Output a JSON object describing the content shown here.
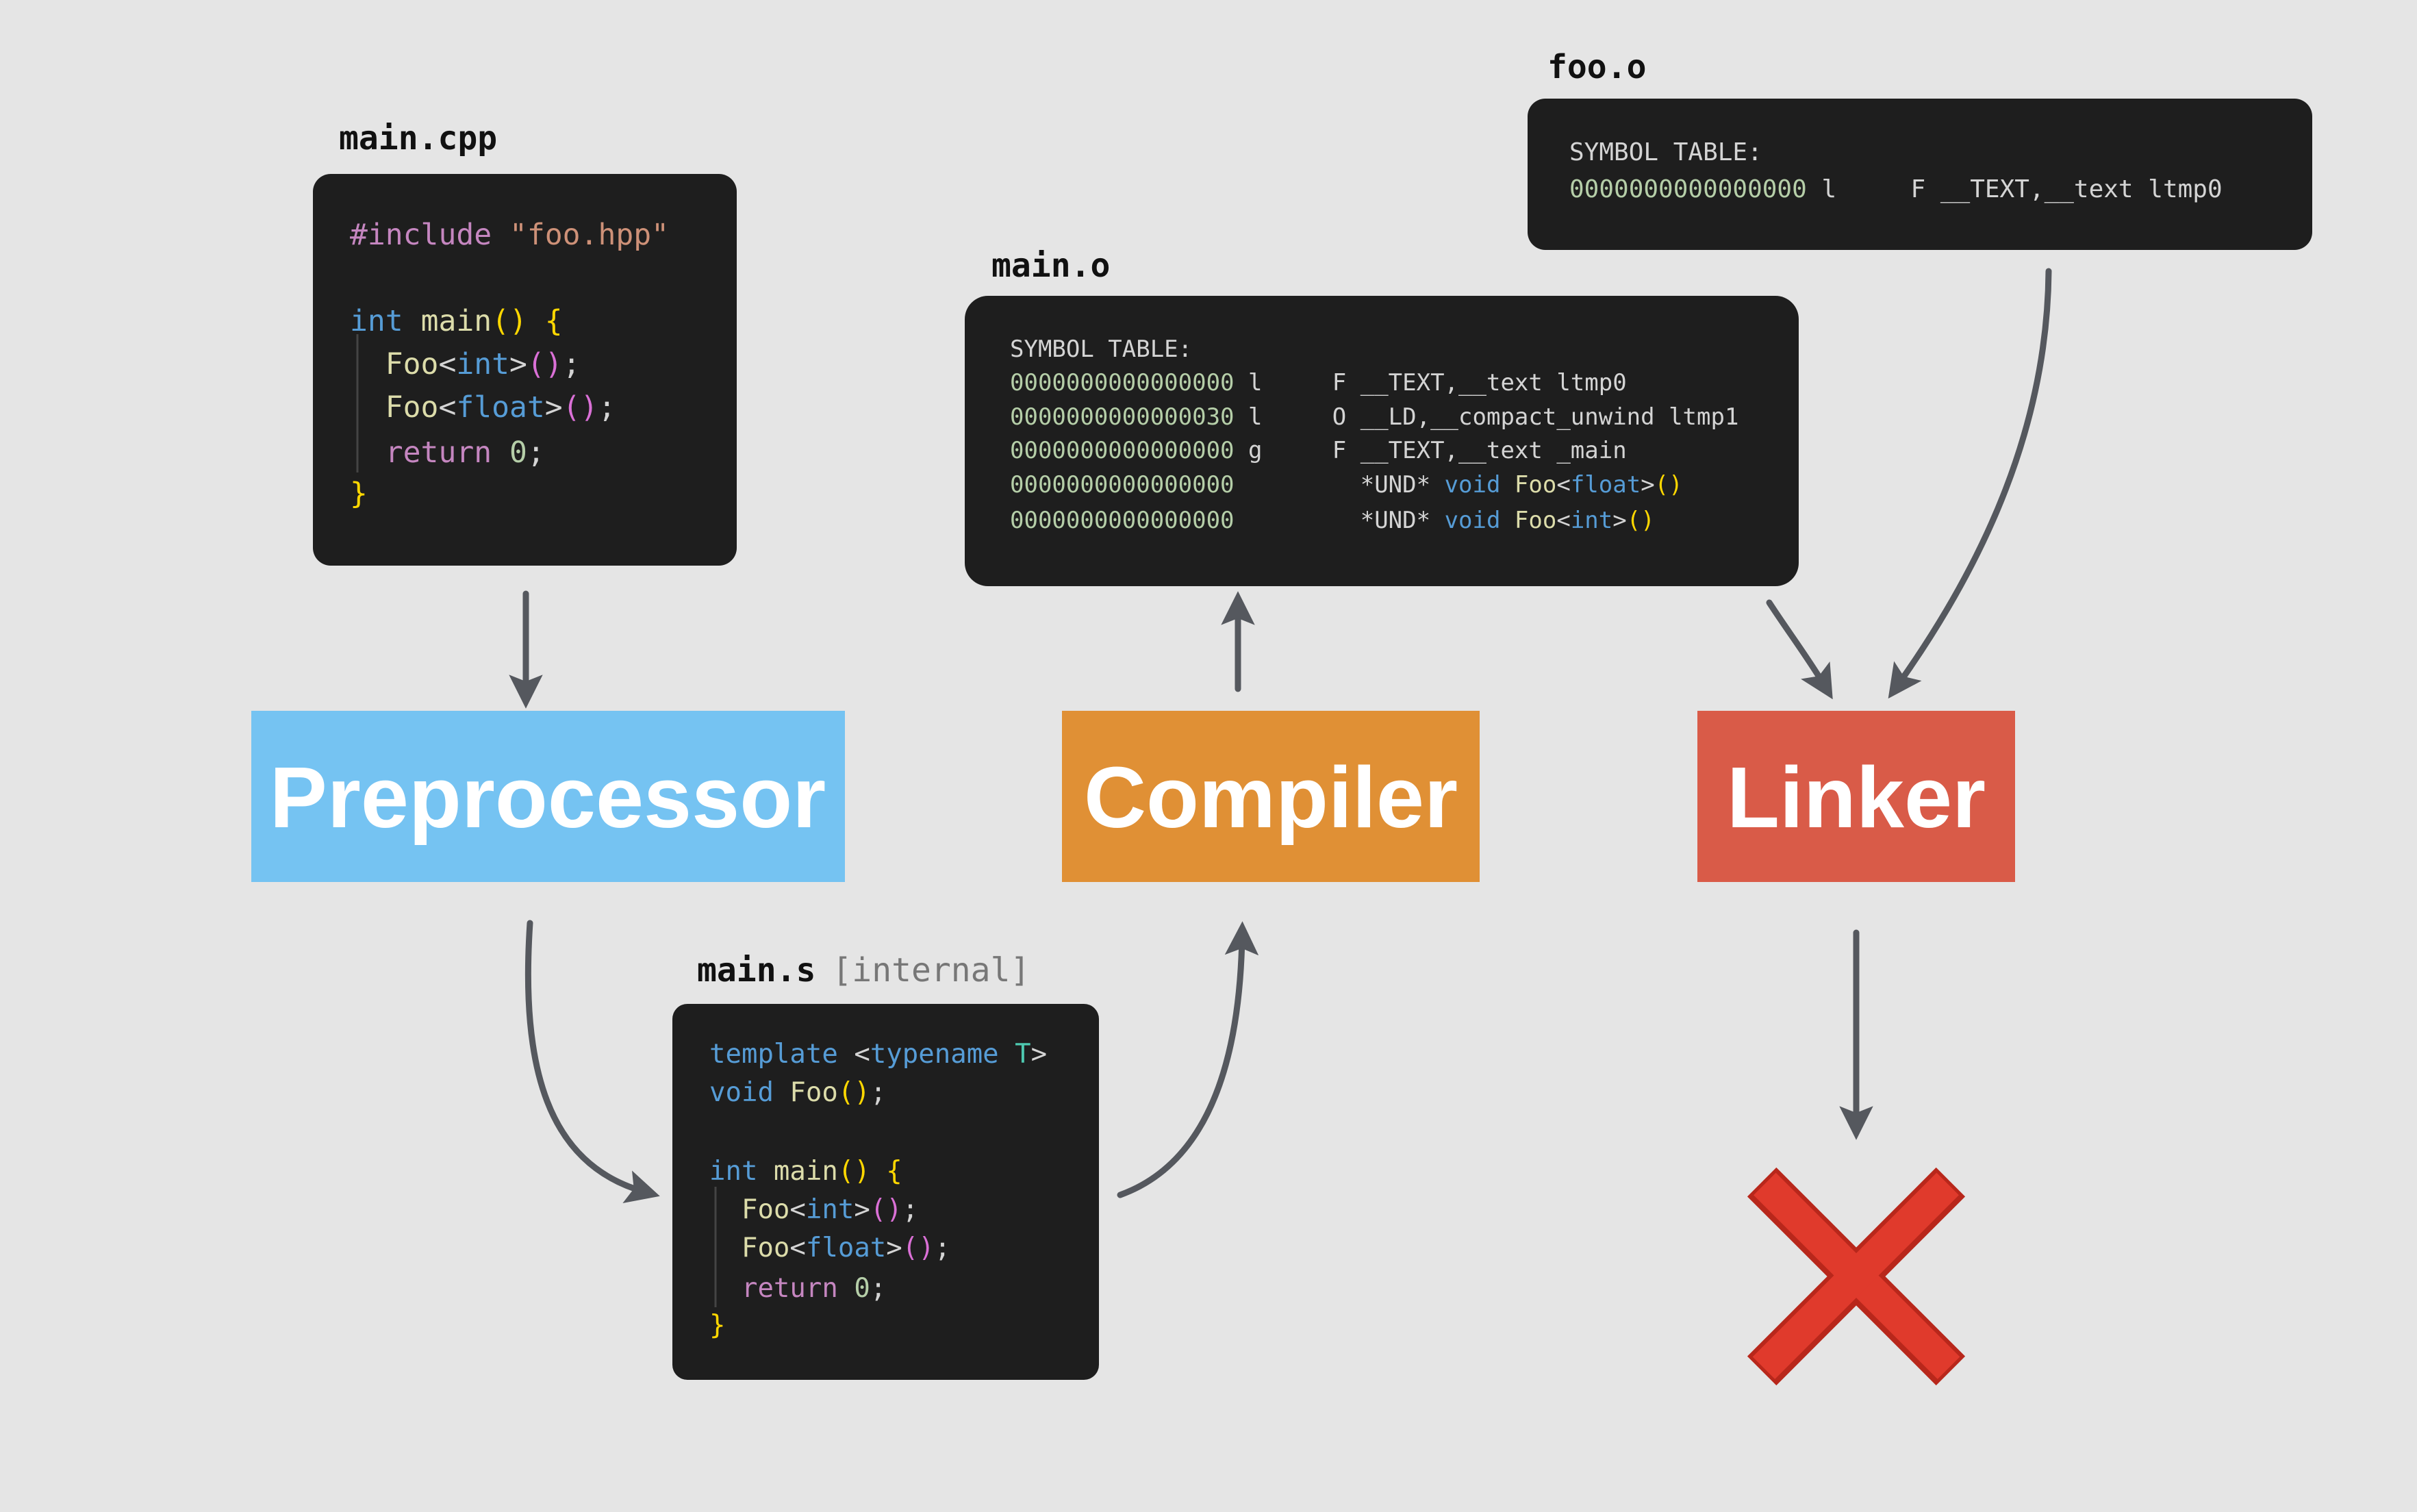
{
  "colors": {
    "background": "#e5e5e5",
    "code_bg": "#1e1e1e",
    "preprocessor": "#75c3f2",
    "compiler": "#e09035",
    "linker": "#d95b48",
    "arrow": "#55585e",
    "error": "#d93425",
    "tokens": {
      "keyword": "#c586c0",
      "string": "#ce9178",
      "type": "#569cd6",
      "func": "#dcdcaa",
      "brace": "#ffd700",
      "paren": "#da70d6",
      "number": "#b5cea8",
      "plain": "#d4d4d4",
      "addr": "#b5cea8",
      "param": "#4ec9b0"
    }
  },
  "stages": {
    "preprocessor": "Preprocessor",
    "compiler": "Compiler",
    "linker": "Linker"
  },
  "files": {
    "main_cpp": {
      "label": "main.cpp",
      "lines": [
        [
          [
            "#include ",
            "keyword"
          ],
          [
            "\"foo.hpp\"",
            "string"
          ]
        ],
        [],
        [
          [
            "int ",
            "type"
          ],
          [
            "main",
            "func"
          ],
          [
            "() {",
            "brace"
          ]
        ],
        [
          [
            "  Foo",
            "func"
          ],
          [
            "<",
            "plain"
          ],
          [
            "int",
            "type"
          ],
          [
            ">",
            "plain"
          ],
          [
            "()",
            "paren"
          ],
          [
            ";",
            "plain"
          ]
        ],
        [
          [
            "  Foo",
            "func"
          ],
          [
            "<",
            "plain"
          ],
          [
            "float",
            "type"
          ],
          [
            ">",
            "plain"
          ],
          [
            "()",
            "paren"
          ],
          [
            ";",
            "plain"
          ]
        ],
        [
          [
            "  return ",
            "keyword"
          ],
          [
            "0",
            "number"
          ],
          [
            ";",
            "plain"
          ]
        ],
        [
          [
            "}",
            "brace"
          ]
        ]
      ]
    },
    "main_s": {
      "label": "main.s",
      "note": "[internal]",
      "lines": [
        [
          [
            "template ",
            "type"
          ],
          [
            "<",
            "plain"
          ],
          [
            "typename ",
            "type"
          ],
          [
            "T",
            "param"
          ],
          [
            ">",
            "plain"
          ]
        ],
        [
          [
            "void ",
            "type"
          ],
          [
            "Foo",
            "func"
          ],
          [
            "()",
            "brace"
          ],
          [
            ";",
            "plain"
          ]
        ],
        [],
        [
          [
            "int ",
            "type"
          ],
          [
            "main",
            "func"
          ],
          [
            "() {",
            "brace"
          ]
        ],
        [
          [
            "  Foo",
            "func"
          ],
          [
            "<",
            "plain"
          ],
          [
            "int",
            "type"
          ],
          [
            ">",
            "plain"
          ],
          [
            "()",
            "paren"
          ],
          [
            ";",
            "plain"
          ]
        ],
        [
          [
            "  Foo",
            "func"
          ],
          [
            "<",
            "plain"
          ],
          [
            "float",
            "type"
          ],
          [
            ">",
            "plain"
          ],
          [
            "()",
            "paren"
          ],
          [
            ";",
            "plain"
          ]
        ],
        [
          [
            "  return ",
            "keyword"
          ],
          [
            "0",
            "number"
          ],
          [
            ";",
            "plain"
          ]
        ],
        [
          [
            "}",
            "brace"
          ]
        ]
      ]
    },
    "main_o": {
      "label": "main.o",
      "lines": [
        [
          [
            "SYMBOL TABLE:",
            "plain"
          ]
        ],
        [
          [
            "0000000000000000",
            "addr"
          ],
          [
            " l     F __TEXT,__text ltmp0",
            "plain"
          ]
        ],
        [
          [
            "0000000000000030",
            "addr"
          ],
          [
            " l     O __LD,__compact_unwind ltmp1",
            "plain"
          ]
        ],
        [
          [
            "0000000000000000",
            "addr"
          ],
          [
            " g     F __TEXT,__text _main",
            "plain"
          ]
        ],
        [
          [
            "0000000000000000",
            "addr"
          ],
          [
            "         *UND* ",
            "plain"
          ],
          [
            "void ",
            "type"
          ],
          [
            "Foo",
            "func"
          ],
          [
            "<",
            "plain"
          ],
          [
            "float",
            "type"
          ],
          [
            ">",
            "plain"
          ],
          [
            "()",
            "brace"
          ]
        ],
        [
          [
            "0000000000000000",
            "addr"
          ],
          [
            "         *UND* ",
            "plain"
          ],
          [
            "void ",
            "type"
          ],
          [
            "Foo",
            "func"
          ],
          [
            "<",
            "plain"
          ],
          [
            "int",
            "type"
          ],
          [
            ">",
            "plain"
          ],
          [
            "()",
            "brace"
          ]
        ]
      ]
    },
    "foo_o": {
      "label": "foo.o",
      "lines": [
        [
          [
            "SYMBOL TABLE:",
            "plain"
          ]
        ],
        [
          [
            "0000000000000000",
            "addr"
          ],
          [
            " l     F __TEXT,__text ltmp0",
            "plain"
          ]
        ]
      ]
    }
  },
  "result_icon": "cross-mark-icon"
}
